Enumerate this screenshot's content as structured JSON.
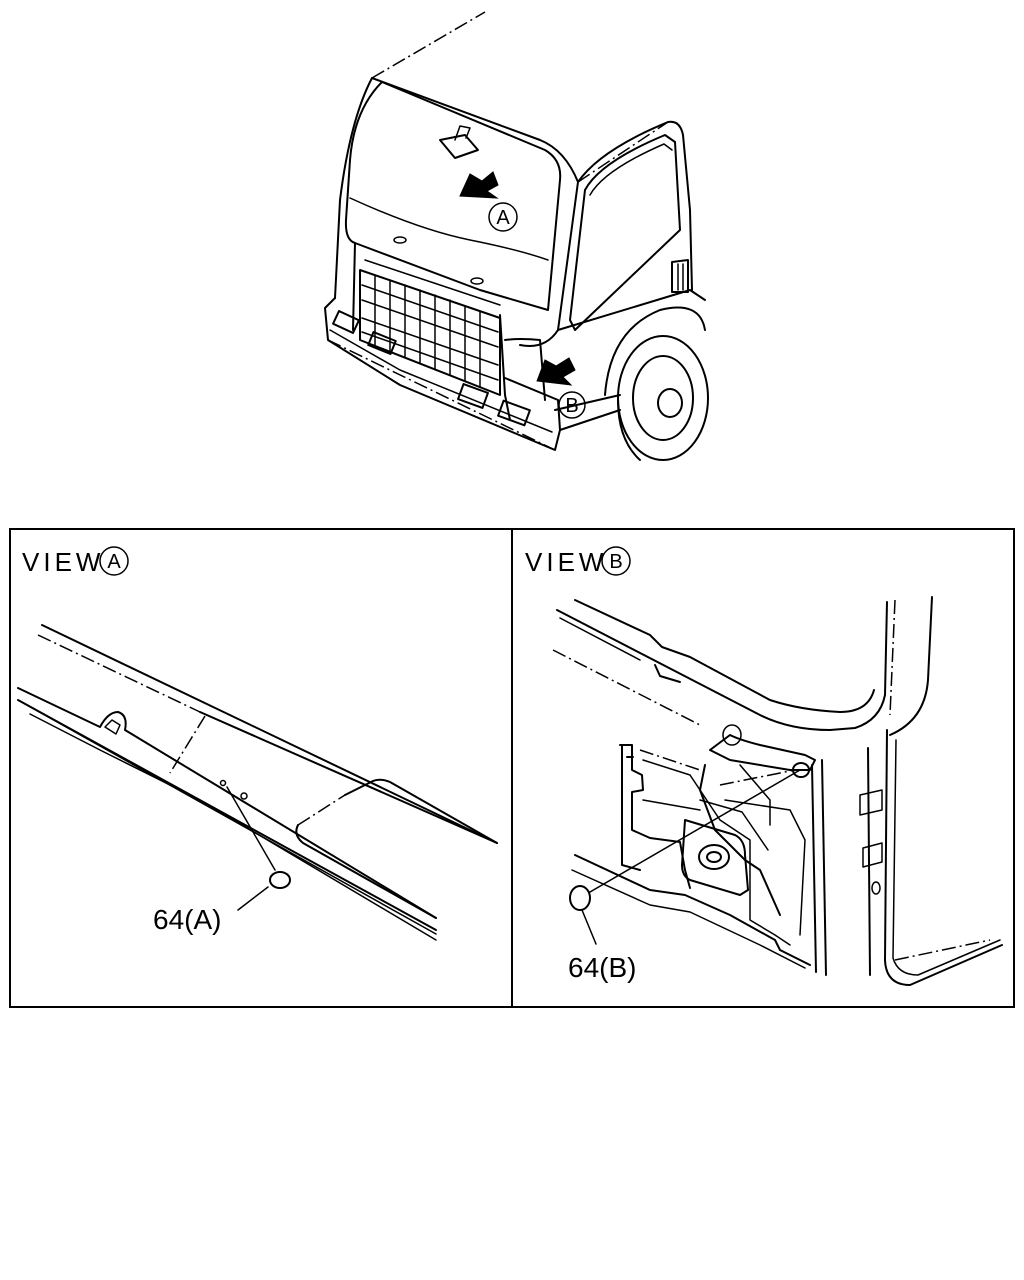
{
  "truck": {
    "marker_a": "A",
    "marker_b": "B"
  },
  "view_a": {
    "title": "VIEW",
    "letter": "A",
    "part_label": "64(A)"
  },
  "view_b": {
    "title": "VIEW",
    "letter": "B",
    "part_label": "64(B)"
  }
}
